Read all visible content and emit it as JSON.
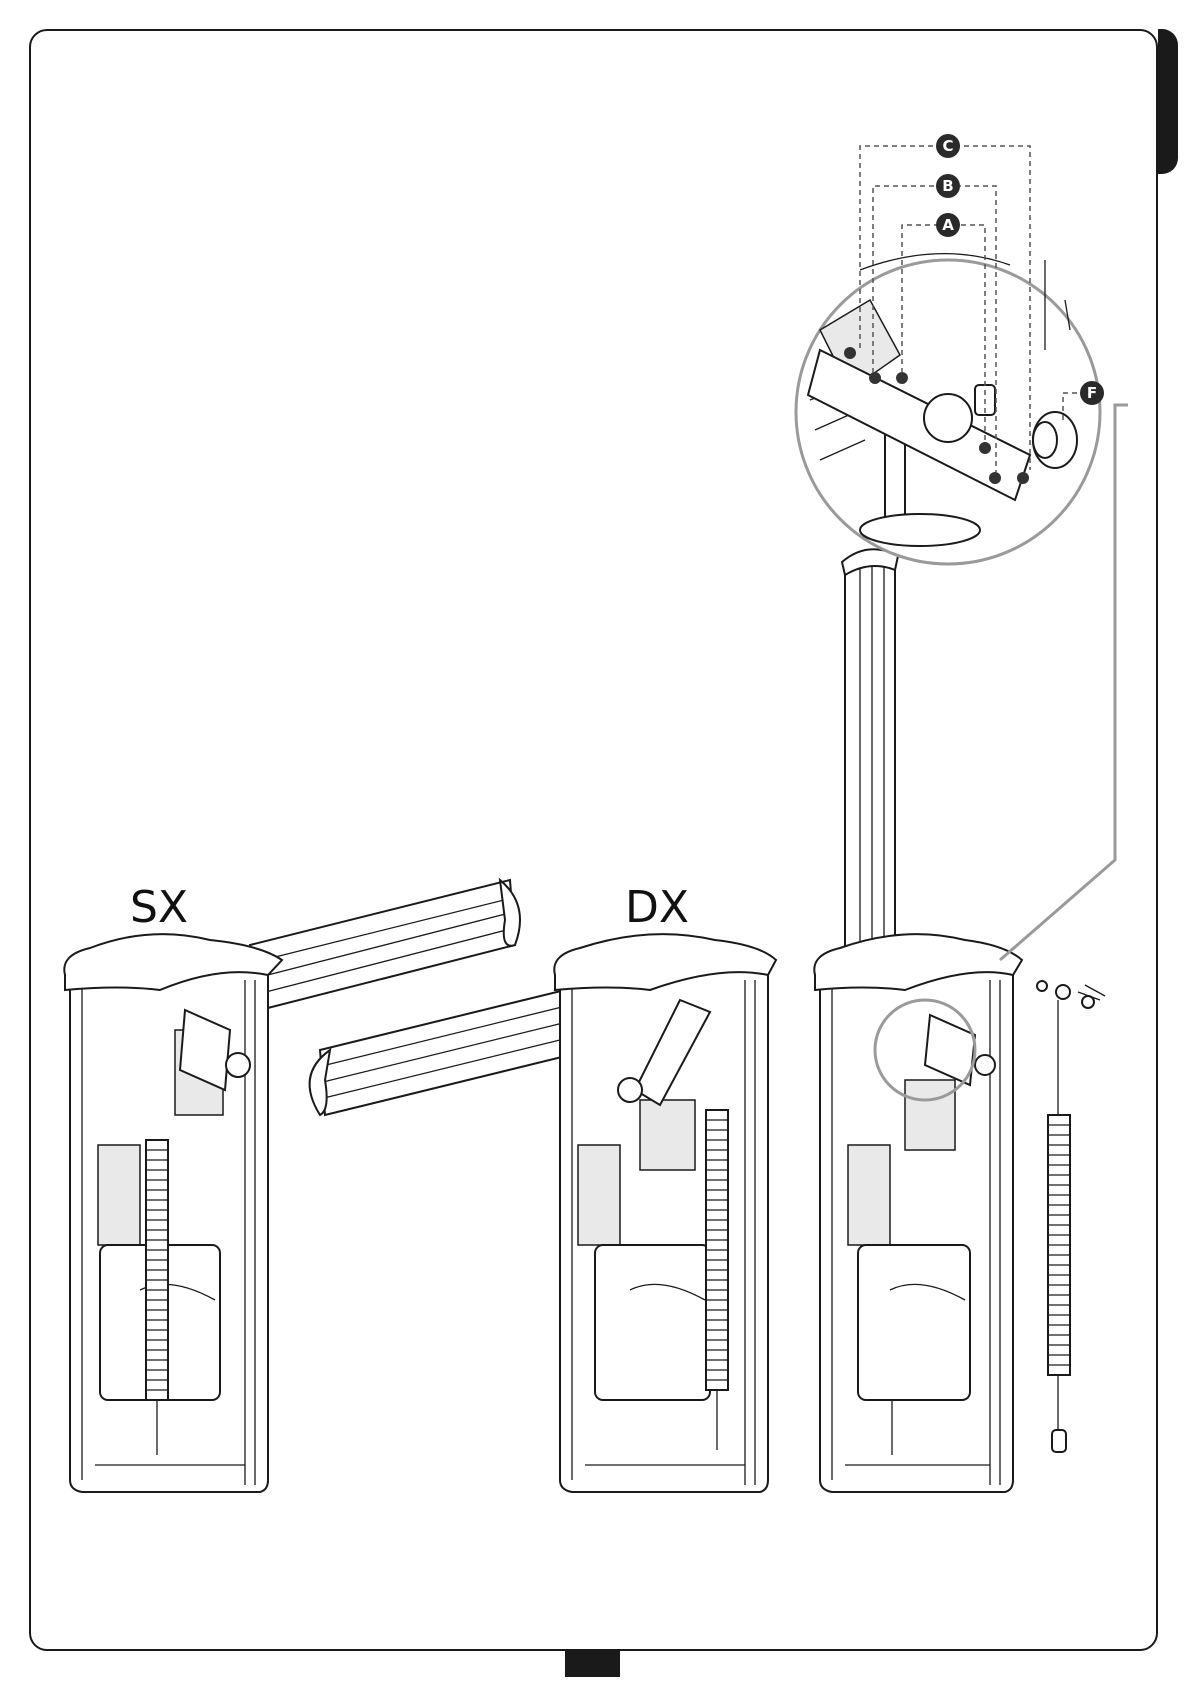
{
  "labels": {
    "left_unit": "SX",
    "right_unit": "DX"
  },
  "callouts": [
    "C",
    "B",
    "A",
    "F"
  ],
  "colors": {
    "ink": "#1a1a1a",
    "callout_fill": "#2a2a2a",
    "zoom_ring": "#9a9a9a"
  }
}
